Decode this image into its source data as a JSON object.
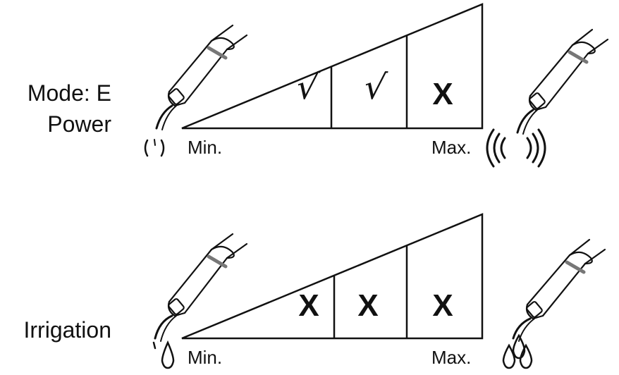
{
  "top_panel": {
    "title_line1": "Mode: E",
    "title_line2": "Power",
    "min_label": "Min.",
    "max_label": "Max.",
    "cells": [
      "√",
      "√",
      "X"
    ],
    "left_icon": "handpiece-low-vibration-icon",
    "right_icon": "handpiece-high-vibration-icon"
  },
  "bottom_panel": {
    "title": "Irrigation",
    "min_label": "Min.",
    "max_label": "Max.",
    "cells": [
      "X",
      "X",
      "X"
    ],
    "left_icon": "handpiece-single-drop-icon",
    "right_icon": "handpiece-multiple-drops-icon"
  },
  "colors": {
    "ink": "#111111",
    "background": "#ffffff"
  }
}
